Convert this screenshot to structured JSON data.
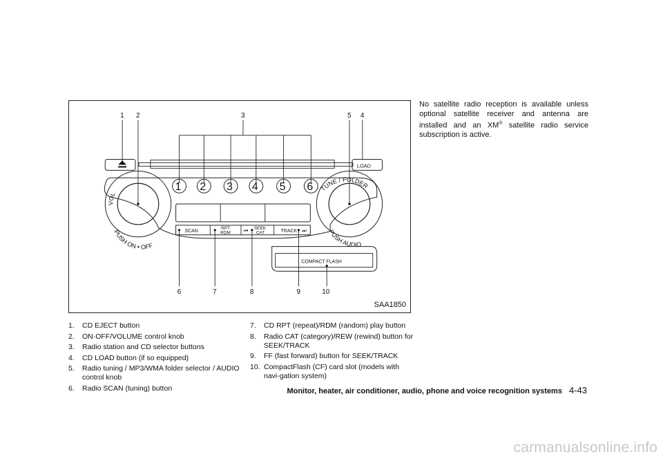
{
  "figure": {
    "label": "SAA1850",
    "callouts": [
      "1",
      "2",
      "3",
      "5",
      "4",
      "6",
      "7",
      "8",
      "9",
      "10"
    ],
    "preset_buttons": [
      "1",
      "2",
      "3",
      "4",
      "5",
      "6"
    ],
    "buttons": {
      "load": "LOAD",
      "scan": "SCAN",
      "rpt": "RPT",
      "rdm": "RDM",
      "seek": "SEEK",
      "cat": "CAT",
      "track": "TRACK",
      "compact_flash": "COMPACT FLASH"
    },
    "knob_labels": {
      "vol": "VOL",
      "push_on_off": "PUSH ON • OFF",
      "tune_folder": "TUNE / FOLDER",
      "push_audio": "PUSH AUDIO"
    }
  },
  "legend_left": [
    {
      "num": "1.",
      "text": "CD EJECT button"
    },
    {
      "num": "2.",
      "text": "ON·OFF/VOLUME control knob"
    },
    {
      "num": "3.",
      "text": "Radio station and CD selector buttons"
    },
    {
      "num": "4.",
      "text": "CD LOAD button (if so equipped)"
    },
    {
      "num": "5.",
      "text": "Radio tuning / MP3/WMA folder selector / AUDIO control knob"
    },
    {
      "num": "6.",
      "text": "Radio SCAN (tuning) button"
    }
  ],
  "legend_right": [
    {
      "num": "7.",
      "text": "CD RPT (repeat)/RDM (random) play button"
    },
    {
      "num": "8.",
      "text": "Radio CAT (category)/REW (rewind) button for SEEK/TRACK"
    },
    {
      "num": "9.",
      "text": "FF (fast forward) button for SEEK/TRACK"
    },
    {
      "num": "10.",
      "text": "CompactFlash (CF) card slot (models with navi-gation system)"
    }
  ],
  "satellite_note": {
    "part1": "No satellite radio reception is available unless optional satellite receiver and antenna are installed and an XM",
    "reg": "®",
    "part2": " satellite radio service subscription is active."
  },
  "footer": {
    "section": "Monitor, heater, air conditioner, audio, phone and voice recognition systems",
    "page": "4-43"
  },
  "watermark": "carmanualsonline.info"
}
